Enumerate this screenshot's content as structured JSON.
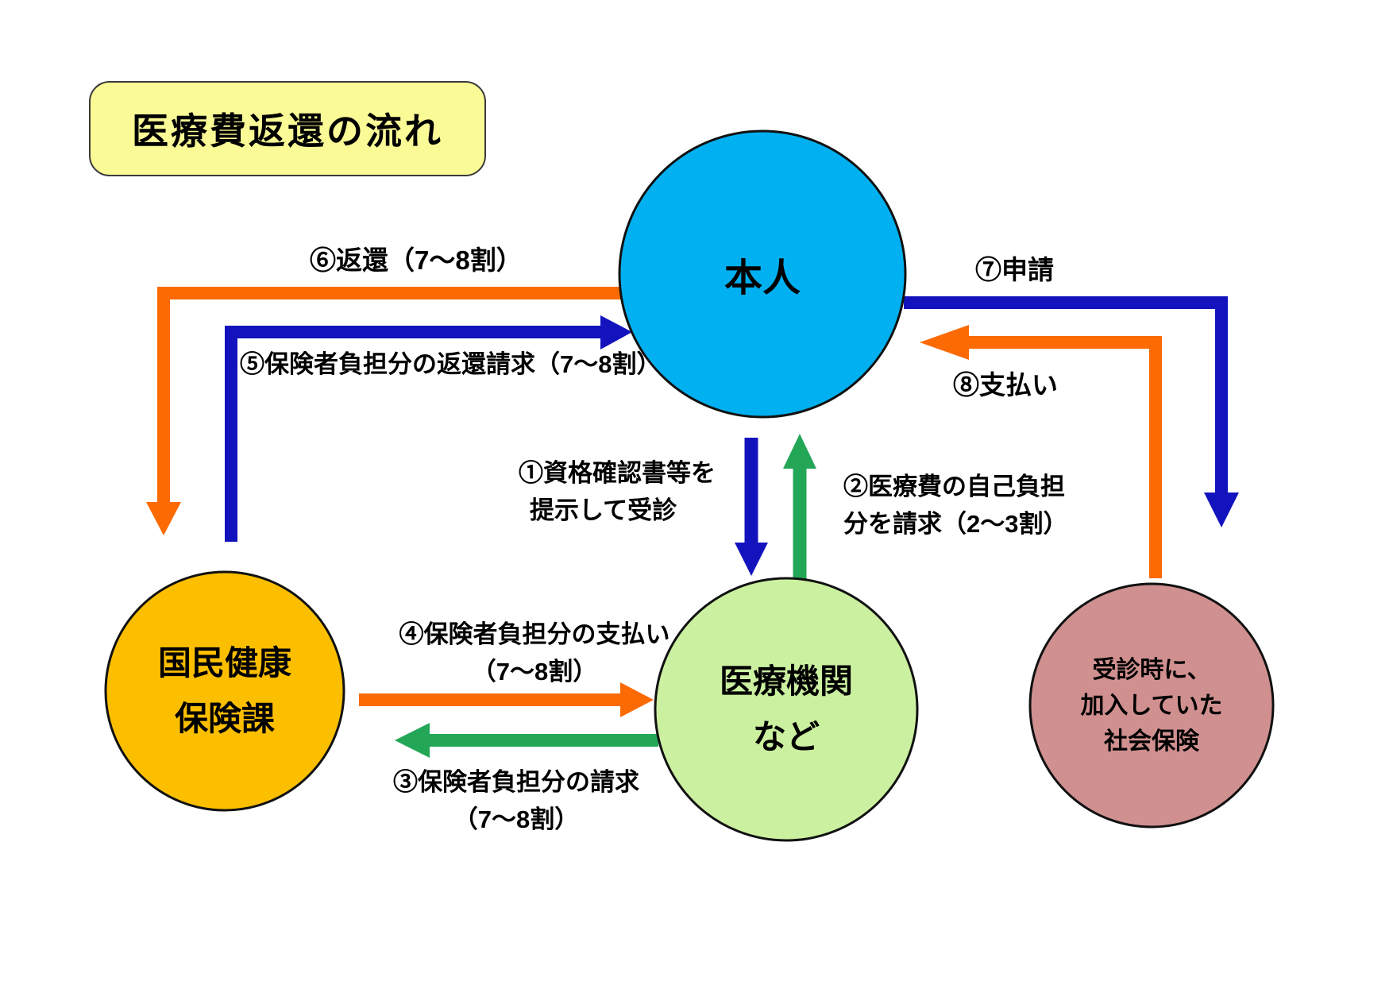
{
  "title": "医療費返還の流れ",
  "nodes": {
    "person": {
      "label": "本人"
    },
    "kokuho": {
      "line1": "国民健康",
      "line2": "保険課"
    },
    "medical": {
      "line1": "医療機関",
      "line2": "など"
    },
    "shaho": {
      "line1": "受診時に、",
      "line2": "加入していた",
      "line3": "社会保険"
    }
  },
  "flows": {
    "f1": {
      "line1": "①資格確認書等を",
      "line2": "提示して受診"
    },
    "f2": {
      "line1": "②医療費の自己負担",
      "line2": "分を請求（2～3割）"
    },
    "f3": {
      "line1": "③保険者負担分の請求",
      "line2": "（7～8割）"
    },
    "f4": {
      "line1": "④保険者負担分の支払い",
      "line2": "（7～8割）"
    },
    "f5": {
      "label": "⑤保険者負担分の返還請求（7～8割）"
    },
    "f6": {
      "label": "⑥返還（7～8割）"
    },
    "f7": {
      "label": "⑦申請"
    },
    "f8": {
      "label": "⑧支払い"
    }
  },
  "colors": {
    "person_fill": "#00B0F0",
    "kokuho_fill": "#FCBF00",
    "medical_fill": "#CBF0A0",
    "shaho_fill": "#D19090",
    "arrow_blue": "#1313BE",
    "arrow_orange": "#FC6A03",
    "arrow_green": "#23A757",
    "title_bg": "#FAFA96",
    "circle_outline": "#111111"
  }
}
